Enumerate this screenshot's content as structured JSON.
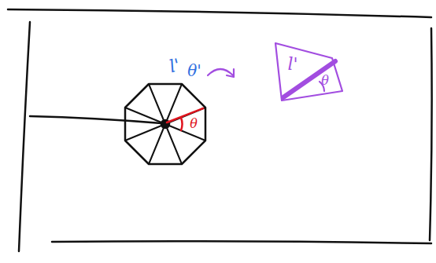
{
  "diagram": {
    "labels": [
      "l'",
      "θ'",
      "θ",
      "l'",
      "θ"
    ]
  }
}
